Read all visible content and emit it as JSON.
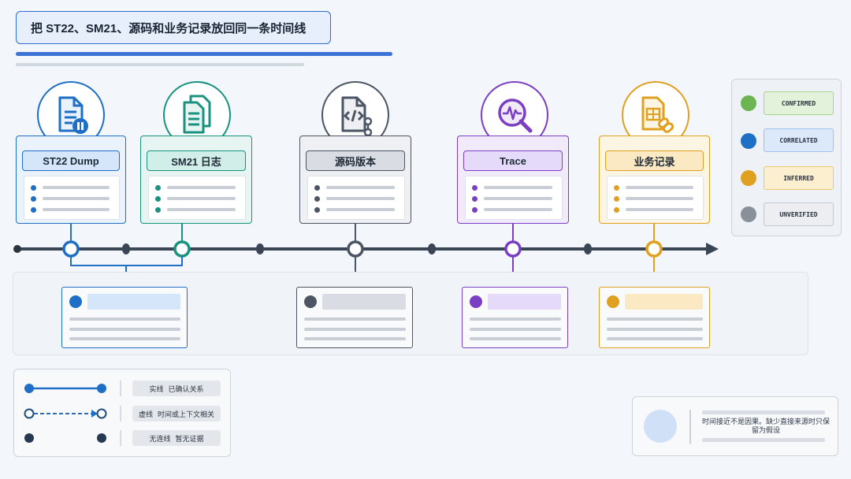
{
  "title": "把 ST22、SM21、源码和业务记录放回同一条时间线",
  "sources": [
    {
      "id": "st22",
      "label": "ST22 Dump",
      "icon": "document-pause-icon",
      "color": "#1f6fc7",
      "fill": "#eaf2fc",
      "labelFill": "#d6e6fa"
    },
    {
      "id": "sm21",
      "label": "SM21 日志",
      "icon": "documents-stack-icon",
      "color": "#1a9280",
      "fill": "#e7f5f2",
      "labelFill": "#d2eee8"
    },
    {
      "id": "source",
      "label": "源码版本",
      "icon": "code-file-branch-icon",
      "color": "#4b5563",
      "fill": "#eef0f3",
      "labelFill": "#d9dde3"
    },
    {
      "id": "trace",
      "label": "Trace",
      "icon": "search-pulse-icon",
      "color": "#7a3fc2",
      "fill": "#f1eafb",
      "labelFill": "#e6dafa"
    },
    {
      "id": "biz",
      "label": "业务记录",
      "icon": "ledger-link-icon",
      "color": "#e0a020",
      "fill": "#fdf5e4",
      "labelFill": "#fbe9c4"
    }
  ],
  "status_legend": [
    {
      "label": "CONFIRMED",
      "dot": "#6db552",
      "fill": "#e3f2da",
      "border": "#a9d48f"
    },
    {
      "label": "CORRELATED",
      "dot": "#1f6fc7",
      "fill": "#dbe9fb",
      "border": "#9fc2ee"
    },
    {
      "label": "INFERRED",
      "dot": "#e0a020",
      "fill": "#fcefd0",
      "border": "#ecc872"
    },
    {
      "label": "UNVERIFIED",
      "dot": "#8a9099",
      "fill": "#eceef1",
      "border": "#c5cad1"
    }
  ],
  "line_legend": [
    {
      "style": "实线",
      "meaning": "已确认关系"
    },
    {
      "style": "虚线",
      "meaning": "时间或上下文相关"
    },
    {
      "style": "无连线",
      "meaning": "暂无证据"
    }
  ],
  "note": "时间接近不是因果。缺少直接来源时只保留为假设"
}
